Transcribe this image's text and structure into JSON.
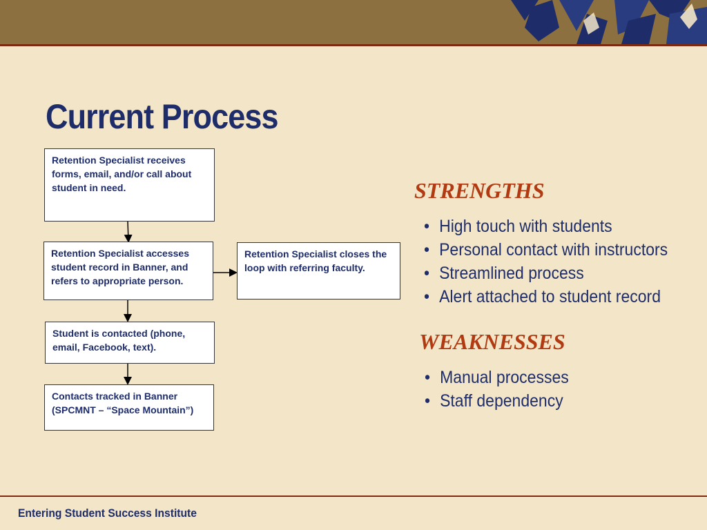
{
  "page_title": "Current Process",
  "flow": {
    "box1": "Retention Specialist receives forms, email, and/or call about student in need.",
    "box2": "Retention Specialist accesses student record in Banner, and refers to appropriate person.",
    "box3": "Retention Specialist closes the loop with referring faculty.",
    "box4": "Student is contacted (phone, email, Facebook, text).",
    "box5": "Contacts tracked in Banner (SPCMNT – “Space Mountain”)"
  },
  "strengths": {
    "heading": "STRENGTHS",
    "items": [
      "High touch with students",
      "Personal contact with instructors",
      "Streamlined process",
      "Alert attached to student record"
    ]
  },
  "weaknesses": {
    "heading": "WEAKNESSES",
    "items": [
      "Manual processes",
      "Staff dependency"
    ]
  },
  "footer": {
    "text": "Entering Student Success Institute"
  },
  "colors": {
    "background": "#F3E6C8",
    "header_band": "#8C7040",
    "accent_red": "#B23A12",
    "navy": "#1E2D6A"
  }
}
